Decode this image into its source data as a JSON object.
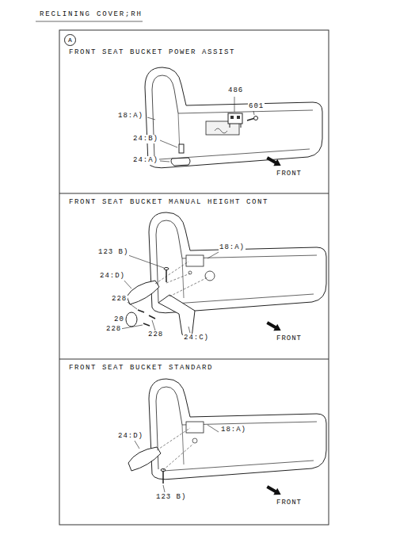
{
  "diagram": {
    "title": "RECLINING COVER;RH",
    "nodes": [
      {
        "text": [
          "A"
        ]
      },
      {
        "text": [
          "FRONT SEAT BUCKET POWER ASSIST"
        ]
      },
      {
        "text": [
          "FRONT SEAT BUCKET MANUAL HEIGHT CONT"
        ]
      },
      {
        "text": [
          "FRONT SEAT BUCKET STANDARD"
        ]
      }
    ],
    "labels": [
      "486",
      "601",
      "18:A)",
      "24:B)",
      "24:A)",
      "FRONT",
      "123 B)",
      "18:A)",
      "24:D)",
      "228",
      "20",
      "228",
      "228",
      "24:C)",
      "FRONT",
      "24:D)",
      "18:A)",
      "123 B)",
      "FRONT"
    ]
  }
}
